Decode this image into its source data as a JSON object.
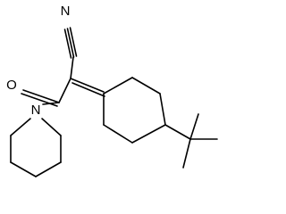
{
  "molecule": {
    "atom_labels": {
      "nitrile_n": "N",
      "carbonyl_o": "O",
      "amide_n": "N"
    },
    "colors": {
      "bond": "#000000",
      "label": "#000000",
      "background": "#ffffff"
    }
  }
}
